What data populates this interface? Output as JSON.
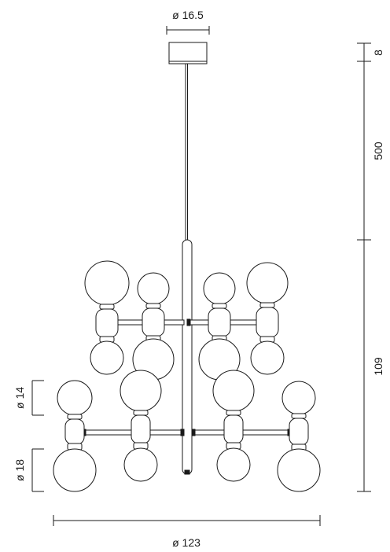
{
  "dimensions": {
    "canopy_diameter": "ø 16.5",
    "canopy_height": "8",
    "cable_length": "500",
    "body_height": "109",
    "small_globe_diameter": "ø 14",
    "large_globe_diameter": "ø 18",
    "total_diameter": "ø 123"
  },
  "colors": {
    "line": "#1a1a1a",
    "fill": "#ffffff"
  }
}
